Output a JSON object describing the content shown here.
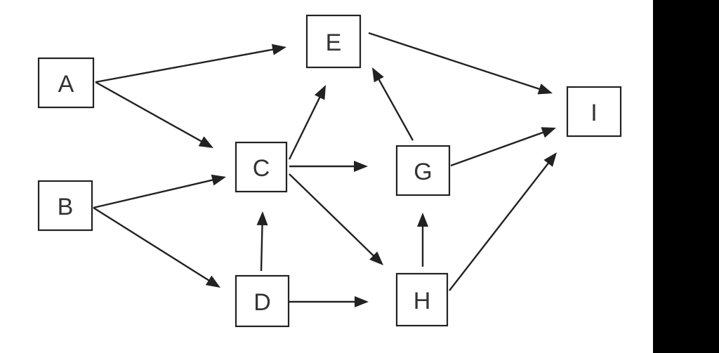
{
  "diagram": {
    "nodes": [
      {
        "id": "A",
        "label": "A"
      },
      {
        "id": "B",
        "label": "B"
      },
      {
        "id": "C",
        "label": "C"
      },
      {
        "id": "D",
        "label": "D"
      },
      {
        "id": "E",
        "label": "E"
      },
      {
        "id": "G",
        "label": "G"
      },
      {
        "id": "H",
        "label": "H"
      },
      {
        "id": "I",
        "label": "I"
      }
    ],
    "edges": [
      {
        "from": "A",
        "to": "E"
      },
      {
        "from": "A",
        "to": "C"
      },
      {
        "from": "B",
        "to": "C"
      },
      {
        "from": "B",
        "to": "D"
      },
      {
        "from": "D",
        "to": "C"
      },
      {
        "from": "C",
        "to": "E"
      },
      {
        "from": "C",
        "to": "G"
      },
      {
        "from": "C",
        "to": "H"
      },
      {
        "from": "D",
        "to": "H"
      },
      {
        "from": "H",
        "to": "G"
      },
      {
        "from": "G",
        "to": "E"
      },
      {
        "from": "E",
        "to": "I"
      },
      {
        "from": "G",
        "to": "I"
      },
      {
        "from": "H",
        "to": "I"
      }
    ]
  },
  "colors": {
    "background": "#ffffff",
    "stroke": "#222222",
    "label": "#333333",
    "side_band": "#000000"
  }
}
